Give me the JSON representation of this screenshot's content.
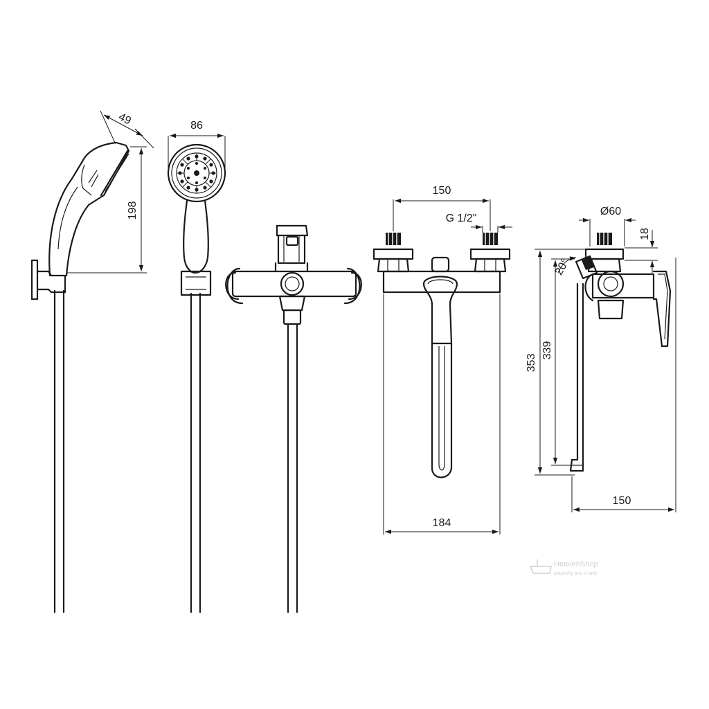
{
  "dimensions": {
    "handshower_depth": "49",
    "handshower_length": "198",
    "head_diameter": "86",
    "inlet_spacing": "150",
    "thread": "G 1/2\"",
    "body_width": "184",
    "flange_diameter": "Ø60",
    "flange_depth": "18",
    "spout_angle": "20°",
    "total_height": "353",
    "spout_height": "339",
    "spout_reach": "150"
  },
  "watermark": {
    "brand": "HeavenShop",
    "tagline": "koupelny snu a radu"
  }
}
